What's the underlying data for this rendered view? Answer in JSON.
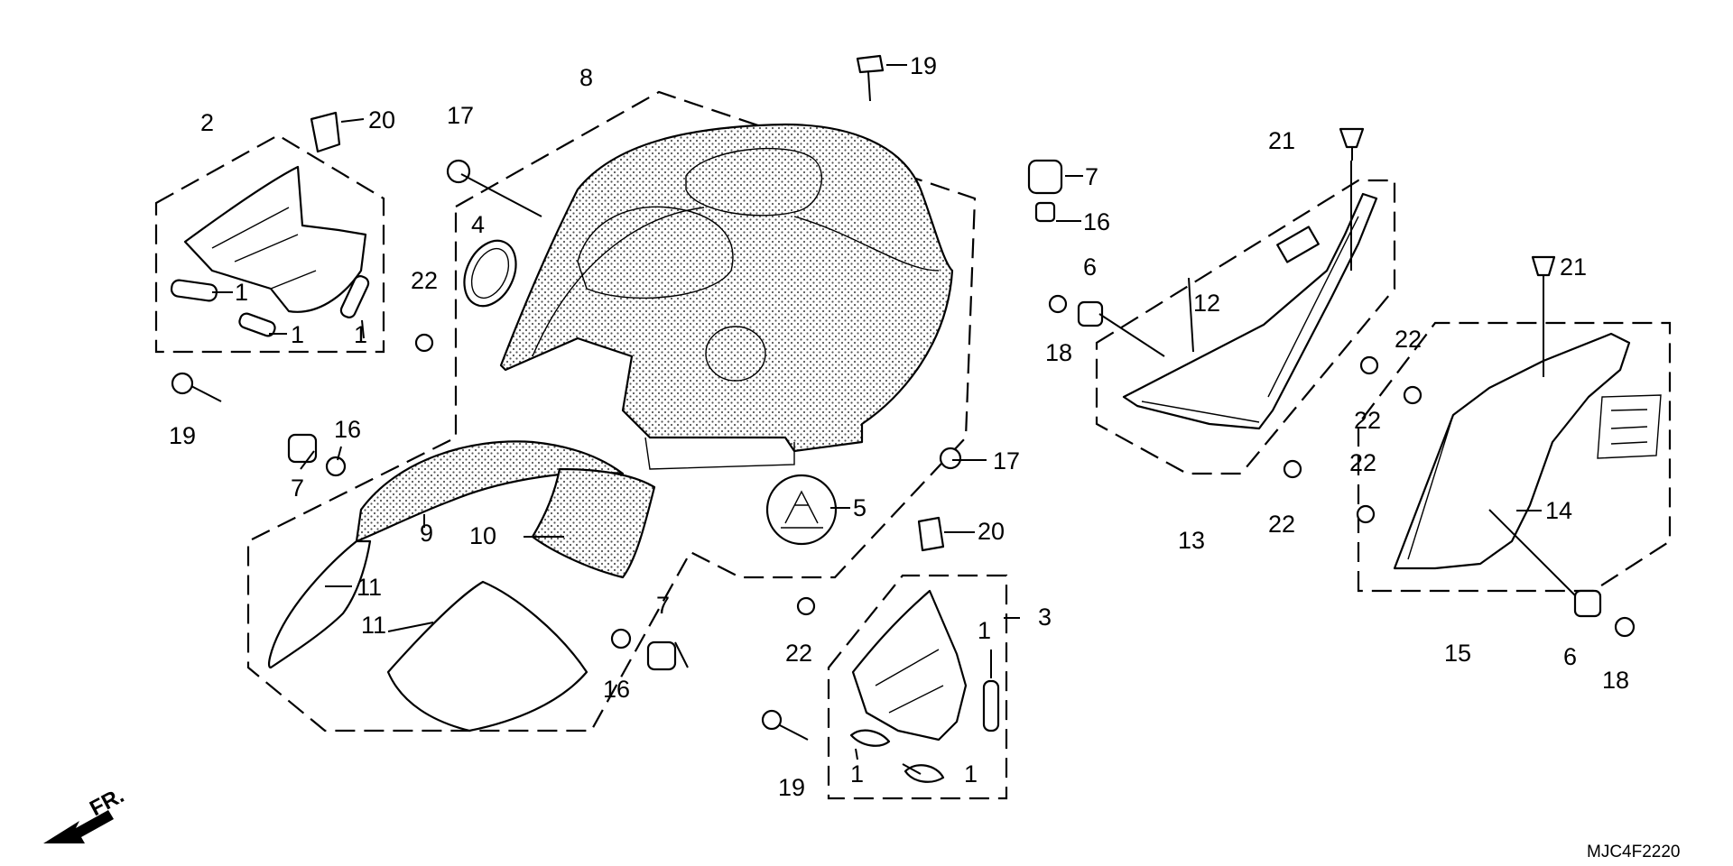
{
  "diagram": {
    "callouts": {
      "c1": "1",
      "c2": "2",
      "c3": "3",
      "c4": "4",
      "c5": "5",
      "c6": "6",
      "c7": "7",
      "c8": "8",
      "c9": "9",
      "c10": "10",
      "c11": "11",
      "c12": "12",
      "c13": "13",
      "c14": "14",
      "c15": "15",
      "c16": "16",
      "c17": "17",
      "c18": "18",
      "c19": "19",
      "c20": "20",
      "c21": "21",
      "c22": "22"
    },
    "front_label": "FR.",
    "diagram_code": "MJC4F2220"
  }
}
